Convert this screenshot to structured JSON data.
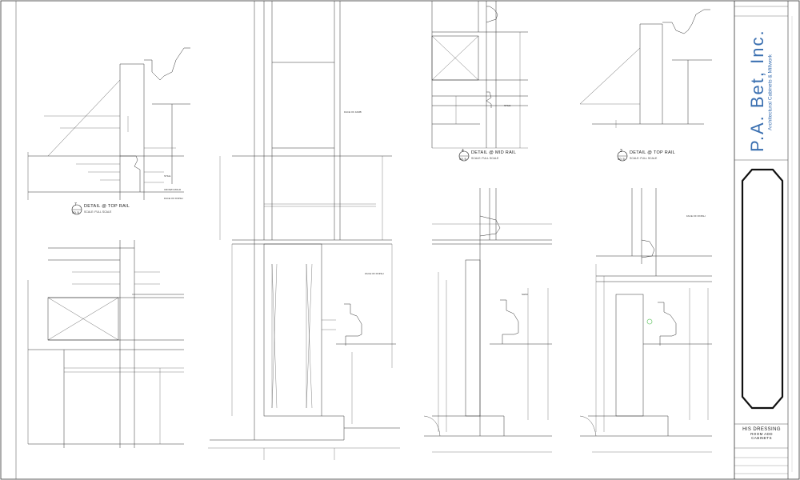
{
  "company": {
    "name": "P.A. Bet, Inc.",
    "tagline": "Architectural Cabinets & Millwork",
    "address_lines": [
      "",
      ""
    ]
  },
  "sheet": {
    "title_line1": "HIS DRESSING",
    "title_line2": "ROOM ADD",
    "title_line3": "CABINETS"
  },
  "details": [
    {
      "num": "7",
      "ref": "40.5",
      "title": "DETAIL @ TOP RAIL",
      "scale": "SCALE: FULL SCALE"
    },
    {
      "num": "4",
      "ref": "40.5",
      "title": "DETAIL @ MID RAIL",
      "scale": "SCALE: FULL SCALE"
    },
    {
      "num": "3",
      "ref": "40.5",
      "title": "DETAIL @ TOP RAIL",
      "scale": "SCALE: FULL SCALE"
    }
  ],
  "notes": {
    "face_of_jamb": "FACE OF JAMB",
    "face_of_finish": "FACE OF FINISH",
    "stile": "STILE",
    "crown": "CROWN MOLD",
    "shim": "SHIM"
  }
}
